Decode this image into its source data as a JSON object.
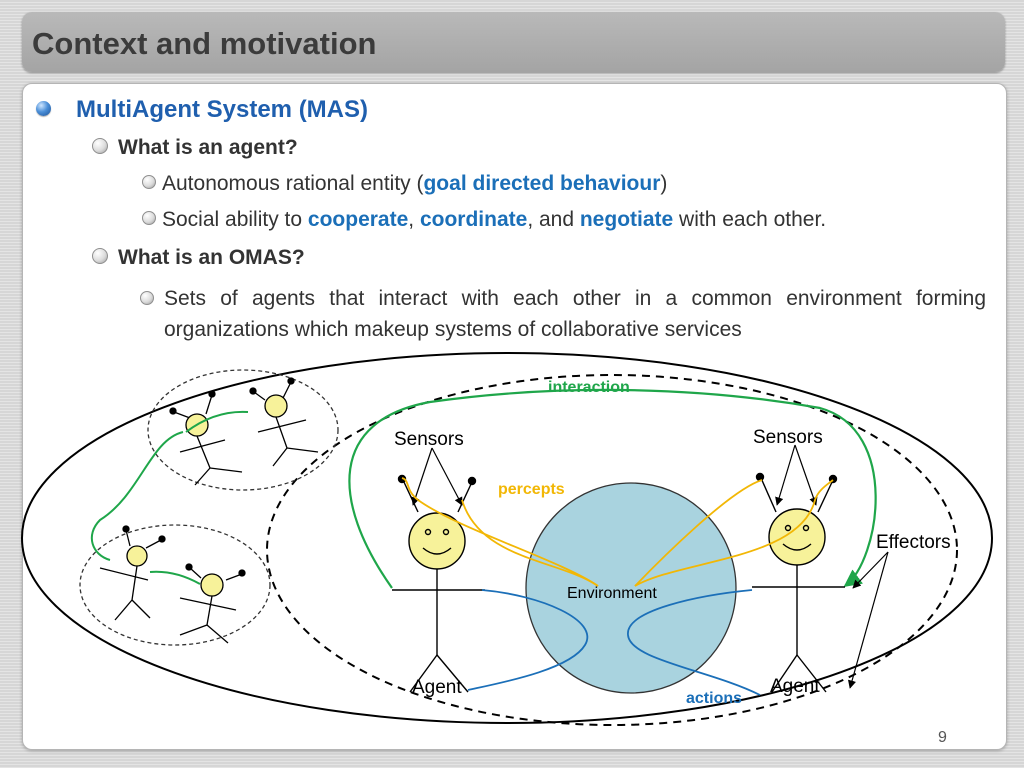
{
  "slide": {
    "title": "Context and motivation",
    "page_number": "9"
  },
  "content": {
    "level1": "MultiAgent System (MAS)",
    "q1": "What is an agent?",
    "agent_def": {
      "prefix": "Autonomous rational entity (",
      "em": "goal directed behaviour",
      "suffix": ")"
    },
    "social": {
      "prefix": "Social ability to ",
      "em1": "cooperate",
      "sep1": ", ",
      "em2": "coordinate",
      "sep2": ", and ",
      "em3": "negotiate",
      "suffix": " with each other."
    },
    "q2": "What is an OMAS?",
    "omas_def": "Sets of agents that interact with each other in a common environment forming organizations  which makeup systems of collaborative services"
  },
  "diagram": {
    "interaction": "interaction",
    "sensors_left": "Sensors",
    "sensors_right": "Sensors",
    "percepts": "percepts",
    "effectors": "Effectors",
    "environment": "Environment",
    "agent_left": "Agent",
    "agent_right": "Agent",
    "actions": "actions"
  },
  "colors": {
    "heading_blue": "#1f5fae",
    "emphasis_blue": "#1b6fb8",
    "interaction_green": "#1fa64a",
    "percepts_yellow": "#f2b705",
    "actions_blue": "#1b6fb8",
    "environment_fill": "#a9d3df",
    "face_fill": "#f7f29a"
  }
}
